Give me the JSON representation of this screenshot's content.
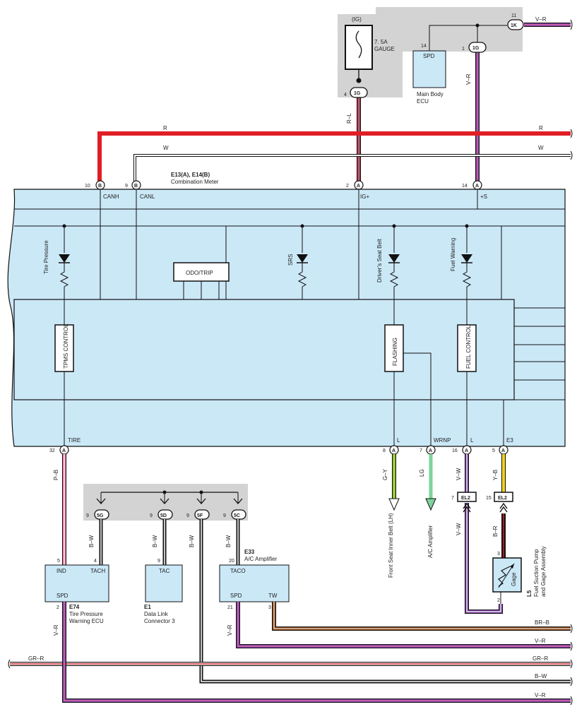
{
  "fuse": {
    "ig": "(IG)",
    "rating": "7. 5A",
    "name": "GAUGE"
  },
  "connectors": {
    "c1g": "1G",
    "c1k": "1K",
    "cB": "B",
    "cA": "A",
    "c5g": "5G",
    "c5d": "5D",
    "c5f": "5F",
    "c5c": "5C",
    "el2": "EL2"
  },
  "pins": {
    "p4": "4",
    "p11": "11",
    "p1": "1",
    "p14": "14",
    "p10": "10",
    "p9": "9",
    "p2": "2",
    "p32": "32",
    "p8": "8",
    "p7": "7",
    "p16": "16",
    "p5": "5",
    "p15": "15",
    "p3": "3",
    "p20": "20",
    "p21": "21"
  },
  "wires": {
    "v_r": "V–R",
    "r_l": "R–L",
    "r": "R",
    "w": "W",
    "p_b": "P–B",
    "g_y": "G–Y",
    "lg": "LG",
    "v_w": "V–W",
    "y_b": "Y–B",
    "b_r": "B–R",
    "b_w": "B–W",
    "br_b": "BR–B",
    "gr_r": "GR–R"
  },
  "meter": {
    "id": "E13(A), E14(B)",
    "name": "Combination Meter",
    "canh": "CANH",
    "canl": "CANL",
    "ig": "IG+",
    "s": "+S",
    "tire": "TIRE",
    "l": "L",
    "wrnp": "WRNP",
    "e3": "E3",
    "odo": "ODO/TRIP",
    "tpms": "TPMS CONTROL",
    "flashing": "FLASHING",
    "fuel_ctrl": "FUEL CONTROL",
    "tire_pressure": "Tire Pressure",
    "srs": "SRS",
    "drivers_belt": "Driver’s Seat Belt",
    "fuel_warning": "Fuel Warning"
  },
  "ecu": {
    "spd": "SPD",
    "name": "Main Body ECU"
  },
  "e74": {
    "id": "E74",
    "name": "Tire Pressure Warning ECU",
    "ind": "IND",
    "tach": "TACH",
    "spd": "SPD"
  },
  "e1": {
    "id": "E1",
    "name": "Data Link Connector 3",
    "tac": "TAC"
  },
  "e33": {
    "id": "E33",
    "name": "A/C Amplifier",
    "taco": "TACO",
    "spd": "SPD",
    "tw": "TW"
  },
  "outputs": {
    "seat_belt": "Front Seat Inner Belt (LH)",
    "ac_amp": "A/C Amplifier"
  },
  "l5": {
    "id": "L5",
    "name": "Fuel Suction Pump and Gage Assembly",
    "gage": "Gage"
  },
  "colors": {
    "panel": "#cbe8f7",
    "gray": "#d3d3d3",
    "red": "#e01e25",
    "violet": "#7b3fa0",
    "pink": "#f06fa8",
    "green": "#6cbf3a",
    "yellow": "#f2d21b",
    "lg": "#7dd39b",
    "brown": "#8b4513"
  }
}
